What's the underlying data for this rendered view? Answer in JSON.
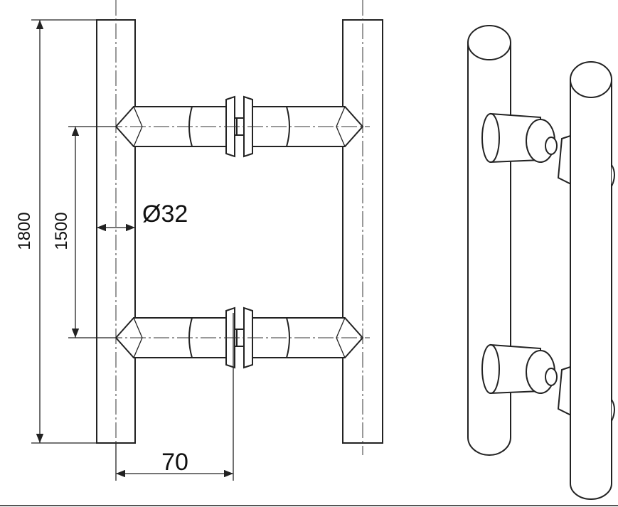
{
  "drawing": {
    "title": "H-type door pull handle technical drawing",
    "dimensions": {
      "overall_length": "1800",
      "center_to_center": "1500",
      "diameter": "Ø32",
      "offset": "70"
    }
  }
}
